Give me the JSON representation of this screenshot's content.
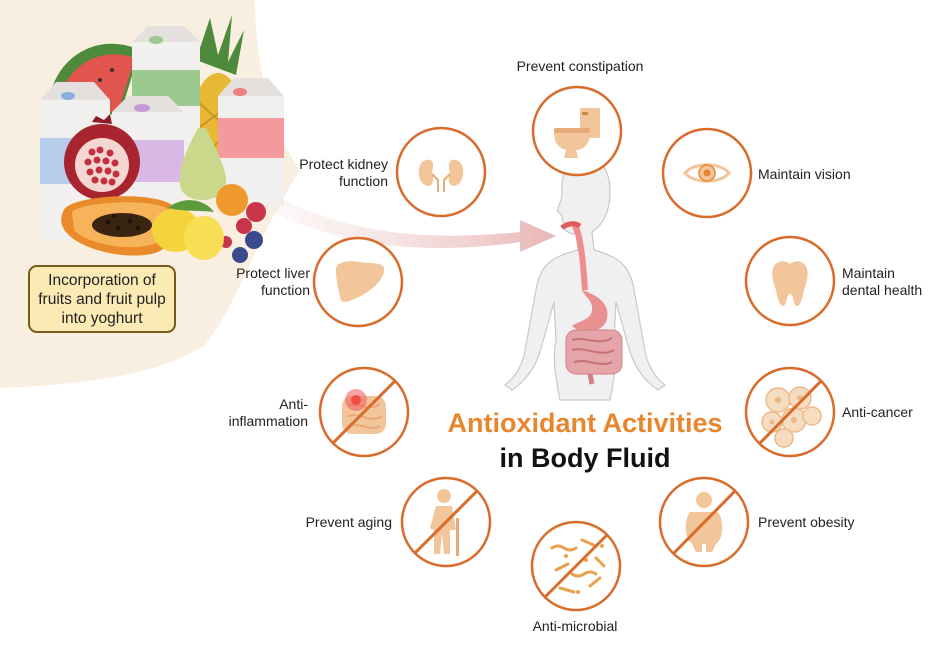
{
  "title": {
    "line1": "Antioxidant Activities",
    "line2": "in Body Fluid"
  },
  "source": {
    "label": "Incorporation of fruits and fruit pulp into yoghurt"
  },
  "benefits": [
    {
      "id": "constipation",
      "label": "Prevent constipation",
      "icon": "toilet-icon",
      "blocked": false
    },
    {
      "id": "vision",
      "label": "Maintain vision",
      "icon": "eye-icon",
      "blocked": false
    },
    {
      "id": "dental",
      "label": "Maintain dental health",
      "icon": "tooth-icon",
      "blocked": false
    },
    {
      "id": "cancer",
      "label": "Anti-cancer",
      "icon": "cancer-cells-icon",
      "blocked": true
    },
    {
      "id": "obesity",
      "label": "Prevent obesity",
      "icon": "obese-person-icon",
      "blocked": true
    },
    {
      "id": "microbial",
      "label": "Anti-microbial",
      "icon": "microbes-icon",
      "blocked": true
    },
    {
      "id": "aging",
      "label": "Prevent aging",
      "icon": "elderly-person-icon",
      "blocked": true
    },
    {
      "id": "inflammation",
      "label": "Anti-inflammation",
      "icon": "inflamed-intestine-icon",
      "blocked": true
    },
    {
      "id": "liver",
      "label": "Protect liver function",
      "icon": "liver-icon",
      "blocked": false
    },
    {
      "id": "kidney",
      "label": "Protect kidney function",
      "icon": "kidneys-icon",
      "blocked": false
    }
  ],
  "colors": {
    "accent": "#e8862e",
    "circle_stroke": "#d96b2b",
    "icon_fill": "#f2c59a",
    "blocked_slash": "#d96b2b",
    "backdrop": "#f8efe0",
    "label_box": "#fbeab3"
  }
}
